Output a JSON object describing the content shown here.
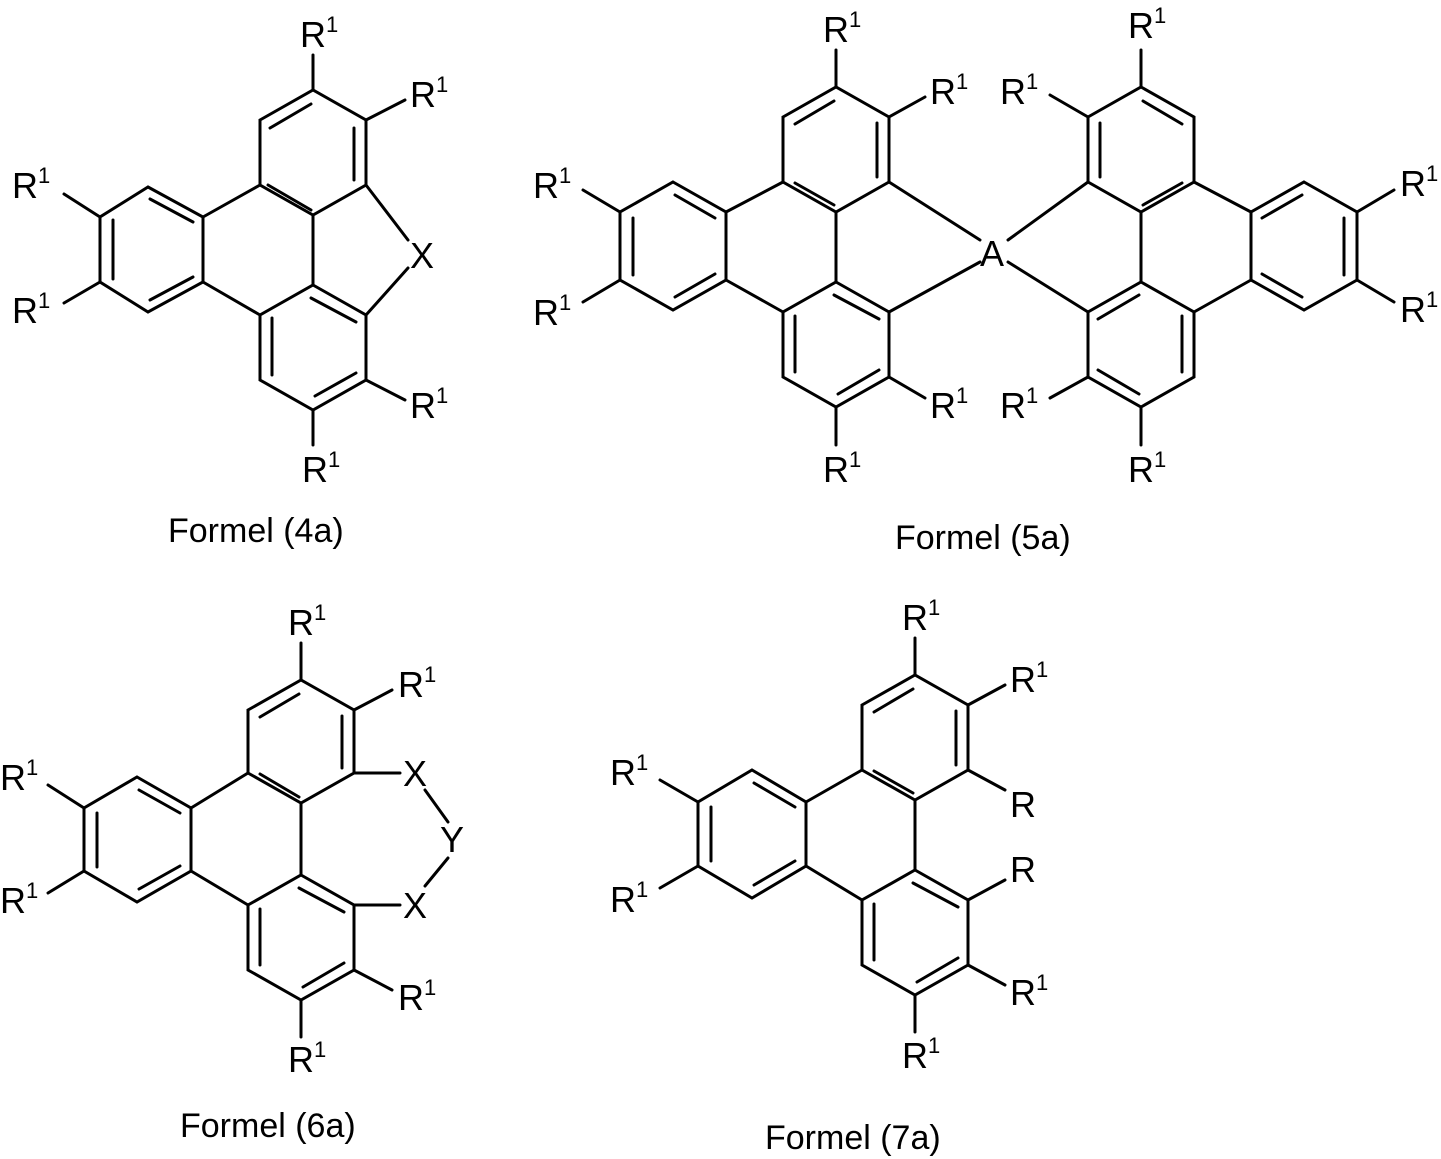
{
  "colors": {
    "ink": "#000000",
    "background": "#ffffff"
  },
  "formulas": [
    {
      "id": "4a",
      "caption": "Formel (4a)",
      "labels": {
        "r1": "R",
        "r1_sup": "1",
        "r2": "R",
        "r2_sup": "1",
        "r3": "R",
        "r3_sup": "1",
        "r4": "R",
        "r4_sup": "1",
        "r5": "R",
        "r5_sup": "1",
        "r6": "R",
        "r6_sup": "1",
        "bridge": "X"
      }
    },
    {
      "id": "5a",
      "caption": "Formel (5a)",
      "labels": {
        "left_top": "R",
        "left_top_sup": "1",
        "left_upper": "R",
        "left_upper_sup": "1",
        "left_r1": "R",
        "left_r1_sup": "1",
        "left_r2": "R",
        "left_r2_sup": "1",
        "left_lower": "R",
        "left_lower_sup": "1",
        "left_bottom": "R",
        "left_bottom_sup": "1",
        "center": "A",
        "right_top": "R",
        "right_top_sup": "1",
        "right_upper": "R",
        "right_upper_sup": "1",
        "right_r1": "R",
        "right_r1_sup": "1",
        "right_r2": "R",
        "right_r2_sup": "1",
        "right_lower": "R",
        "right_lower_sup": "1",
        "right_bottom": "R",
        "right_bottom_sup": "1"
      }
    },
    {
      "id": "6a",
      "caption": "Formel (6a)",
      "labels": {
        "top": "R",
        "top_sup": "1",
        "upper": "R",
        "upper_sup": "1",
        "left1": "R",
        "left1_sup": "1",
        "left2": "R",
        "left2_sup": "1",
        "lower": "R",
        "lower_sup": "1",
        "bottom": "R",
        "bottom_sup": "1",
        "x_top": "X",
        "y": "Y",
        "x_bottom": "X"
      }
    },
    {
      "id": "7a",
      "caption": "Formel (7a)",
      "labels": {
        "top": "R",
        "top_sup": "1",
        "upper": "R",
        "upper_sup": "1",
        "r_mid1": "R",
        "r_mid2": "R",
        "left1": "R",
        "left1_sup": "1",
        "left2": "R",
        "left2_sup": "1",
        "lower": "R",
        "lower_sup": "1",
        "bottom": "R",
        "bottom_sup": "1"
      }
    }
  ]
}
